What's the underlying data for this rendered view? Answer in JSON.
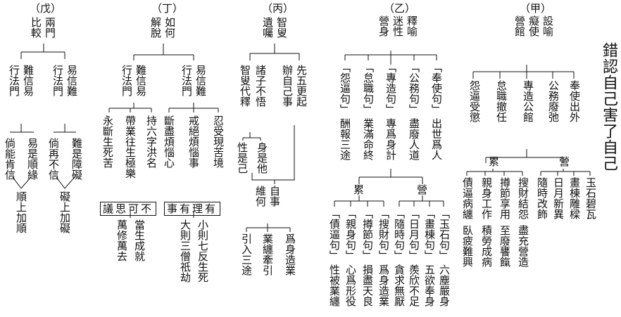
{
  "title": "錯認自己害了自己",
  "col_jia": {
    "label": "（甲）",
    "head": [
      "設喻",
      "癡使",
      "營館"
    ],
    "items": [
      "奉使出外",
      "公務廢弛",
      "專造公館",
      "怠職撤任",
      "怨逼受懲"
    ],
    "lei": "累",
    "ying": "營",
    "lei_items": [
      "搜財結怨",
      "撙節享用",
      "親身工作",
      "債逼病纏"
    ],
    "lei_items2": [
      "盡充營造",
      "至廢饔餼",
      "積勞成病",
      "臥疲難興"
    ],
    "ying_items": [
      "玉石碧瓦",
      "畫棟雕樑",
      "日月新異",
      "隨時改飾"
    ]
  },
  "col_yi": {
    "label": "（乙）",
    "head": [
      "釋喻",
      "迷性",
      "營身"
    ],
    "items": [
      {
        "q": "「奉使句」",
        "a": "出世爲人"
      },
      {
        "q": "「公務句」",
        "a": "盡廢人道"
      },
      {
        "q": "「專造句」",
        "a": "專爲身計"
      },
      {
        "q": "「怠職句」",
        "a": "業滿命終"
      },
      {
        "q": "「怨逼句」",
        "a": "酬報三途"
      }
    ],
    "lei": "累",
    "ying": "營",
    "lei_items": [
      {
        "q": "「搜財句」",
        "a": "爲身造業"
      },
      {
        "q": "「撙節句」",
        "a": "損盡天良"
      },
      {
        "q": "「親身句」",
        "a": "心爲形役"
      },
      {
        "q": "「債逼句」",
        "a": "性被業纏"
      }
    ],
    "ying_items": [
      {
        "q": "「玉石句」",
        "a": "六塵嚴身"
      },
      {
        "q": "「畫棟句」",
        "a": "五欲奉身"
      },
      {
        "q": "「日月句」",
        "a": "羨欣不足"
      },
      {
        "q": "「隨時句」",
        "a": "貪求無厭"
      }
    ]
  },
  "col_bing": {
    "label": "（丙）",
    "head": [
      "智叟",
      "遺囑"
    ],
    "left": "諸子不悟",
    "left2": "智叟代釋",
    "right": "先五更起",
    "right2": "辦自己事",
    "sub_a": "身是他",
    "sub_b": "性是己",
    "mid": "自事",
    "mid2": "維何",
    "bottom": [
      "爲身造業",
      "業纏牽引",
      "引入三途"
    ]
  },
  "col_ding": {
    "label": "（丁）",
    "head": [
      "如何",
      "解脫"
    ],
    "right": "易信難",
    "right2": "行法門",
    "left": "難信易",
    "left2": "行法門",
    "right_items": [
      {
        "a": "忍受現苦境",
        "b": ""
      },
      {
        "a": "戒絕煩惱事",
        "b": ""
      },
      {
        "a": "斷盡煩惱心",
        "b": ""
      }
    ],
    "left_items": [
      "持六字洪名",
      "帶業往生極樂",
      "永斷生死苦"
    ],
    "box_right": "事有理有",
    "box_left": "議思可不",
    "under_right": [
      "小則七反生死",
      "大則三僧祇劫"
    ],
    "under_left": [
      "當生成就",
      "萬修萬去"
    ]
  },
  "col_wu": {
    "label": "（戊）",
    "head": [
      "兩門",
      "比較"
    ],
    "right": "易信難",
    "right2": "行法門",
    "left": "難信易",
    "left2": "行法門",
    "r_items": [
      "難是障礙",
      "倘再不信"
    ],
    "l_items": [
      "易是順緣",
      "倘能肯信"
    ],
    "r_end": "礙上加礙",
    "l_end": "順上加順"
  }
}
